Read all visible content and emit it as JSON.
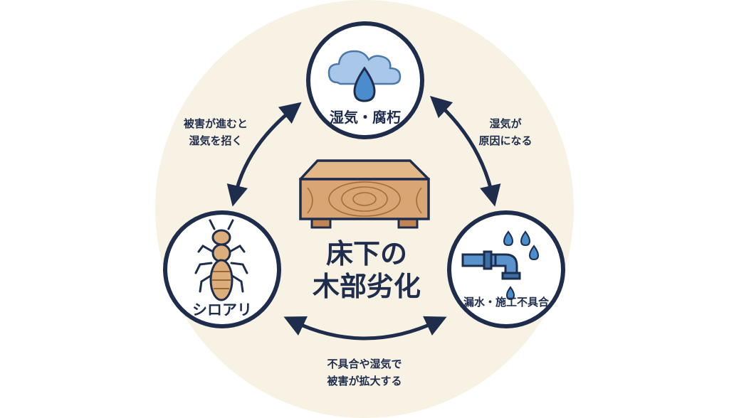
{
  "colors": {
    "navy": "#1f2d4d",
    "cream": "#f8f2e4",
    "cloud": "#a9c7e8",
    "water": "#4a8ccc",
    "wood": "#d9a575",
    "wood_dark": "#9a6534",
    "termite": "#dcae7b"
  },
  "center": {
    "line1": "床下の",
    "line2": "木部劣化",
    "icon": "wood-block-icon"
  },
  "nodes": {
    "top": {
      "label": "湿気・腐朽",
      "icon": "rain-cloud-icon"
    },
    "left": {
      "label": "シロアリ",
      "icon": "termite-icon"
    },
    "right": {
      "label": "漏水・施工不具合",
      "icon": "leaking-pipe-icon"
    }
  },
  "edges": {
    "top_left": {
      "line1": "被害が進むと",
      "line2": "湿気を招く"
    },
    "top_right": {
      "line1": "湿気が",
      "line2": "原因になる"
    },
    "bottom": {
      "line1": "不具合や湿気で",
      "line2": "被害が拡大する"
    }
  }
}
